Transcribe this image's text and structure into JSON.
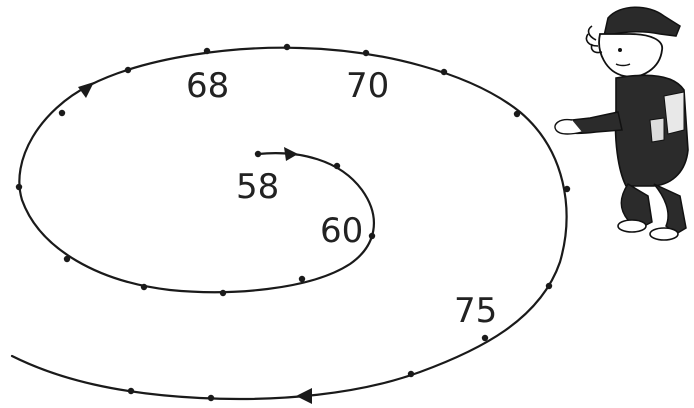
{
  "labels": {
    "l58": "58",
    "l60": "60",
    "l68": "68",
    "l70": "70",
    "l75": "75"
  },
  "figure": {
    "character": "cartoon-boy-pointing"
  },
  "colors": {
    "ink": "#1a1a1a",
    "paper": "#ffffff"
  }
}
